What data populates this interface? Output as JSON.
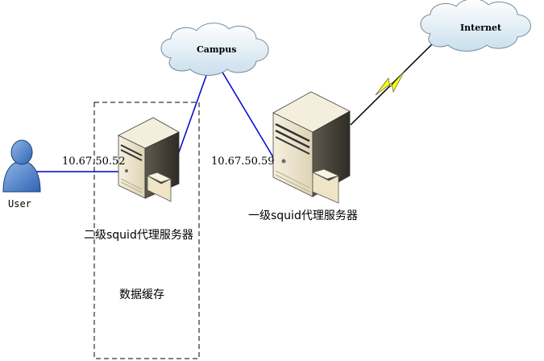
{
  "clouds": {
    "campus": "Campus",
    "internet": "Internet"
  },
  "user": {
    "label": "User"
  },
  "secondary_proxy": {
    "ip": "10.67.50.52",
    "label": "二级squid代理服务器",
    "cache_label": "数据缓存"
  },
  "primary_proxy": {
    "ip": "10.67.50.59",
    "label": "一级squid代理服务器"
  },
  "colors": {
    "link": "#0000cc",
    "wan_link": "#000000",
    "lightning": "#ffff00",
    "cloud_fill": "#e6f1f8",
    "server_body": "#e9e1c9"
  },
  "icons": [
    "user-icon",
    "server-icon",
    "cloud-icon",
    "lightning-icon",
    "folder-icon"
  ]
}
